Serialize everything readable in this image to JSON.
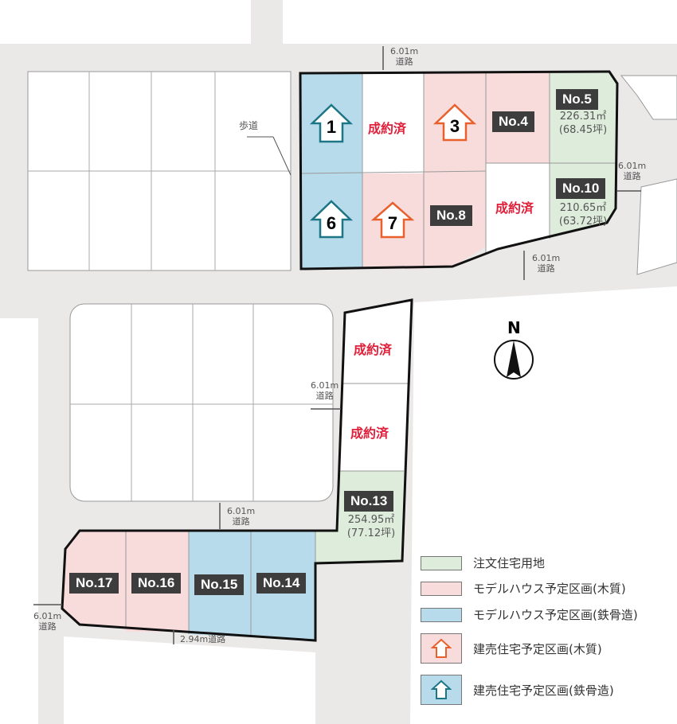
{
  "colors": {
    "custom": "#deeddb",
    "model_wood": "#f8dcdb",
    "model_steel": "#b7dbea",
    "sold_text": "#e0203a",
    "arrow_wood": "#e8612c",
    "arrow_steel": "#1d7686",
    "label_bg": "#3d3d3d",
    "road": "#ebe8e8"
  },
  "lots": {
    "l1": "1",
    "l3": "3",
    "l6": "6",
    "l7": "7",
    "no4": "No.4",
    "no5": "No.5",
    "no5_area": "226.31㎡",
    "no5_tsubo": "(68.45坪)",
    "no8": "No.8",
    "no10": "No.10",
    "no10_area": "210.65㎡",
    "no10_tsubo": "(63.72坪)",
    "no13": "No.13",
    "no13_area": "254.95㎡",
    "no13_tsubo": "(77.12坪)",
    "no14": "No.14",
    "no15": "No.15",
    "no16": "No.16",
    "no17": "No.17",
    "sold": "成約済"
  },
  "roads": {
    "width": "6.01m",
    "label": "道路",
    "narrow": "2.94m道路",
    "sidewalk": "歩道"
  },
  "compass": "N",
  "legend": [
    "注文住宅用地",
    "モデルハウス予定区画(木質)",
    "モデルハウス予定区画(鉄骨造)",
    "建売住宅予定区画(木質)",
    "建売住宅予定区画(鉄骨造)"
  ]
}
